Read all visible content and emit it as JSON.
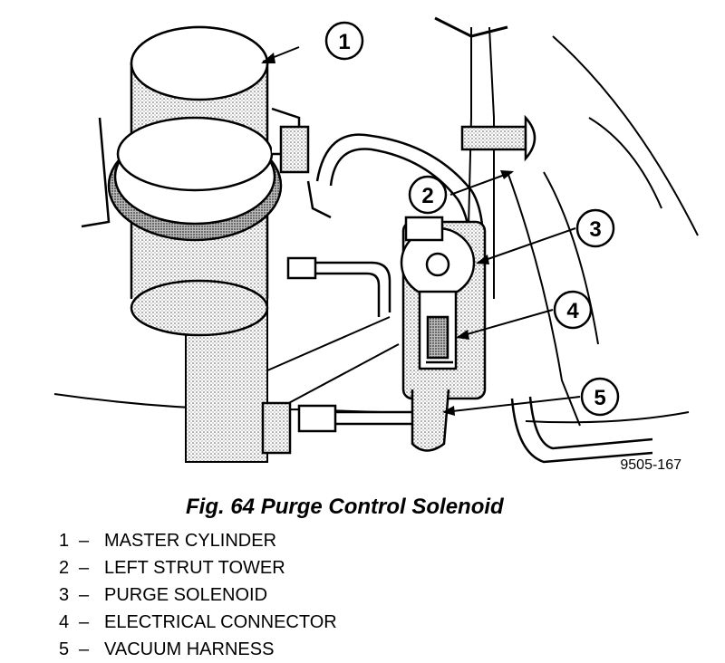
{
  "figure": {
    "number_label": "9505-167",
    "caption": "Fig. 64 Purge Control Solenoid"
  },
  "callouts": [
    "1",
    "2",
    "3",
    "4",
    "5"
  ],
  "legend": [
    {
      "number": "1",
      "separator": "–",
      "label": "MASTER CYLINDER"
    },
    {
      "number": "2",
      "separator": "–",
      "label": "LEFT STRUT TOWER"
    },
    {
      "number": "3",
      "separator": "–",
      "label": "PURGE SOLENOID"
    },
    {
      "number": "4",
      "separator": "–",
      "label": "ELECTRICAL CONNECTOR"
    },
    {
      "number": "5",
      "separator": "–",
      "label": "VACUUM HARNESS"
    }
  ]
}
